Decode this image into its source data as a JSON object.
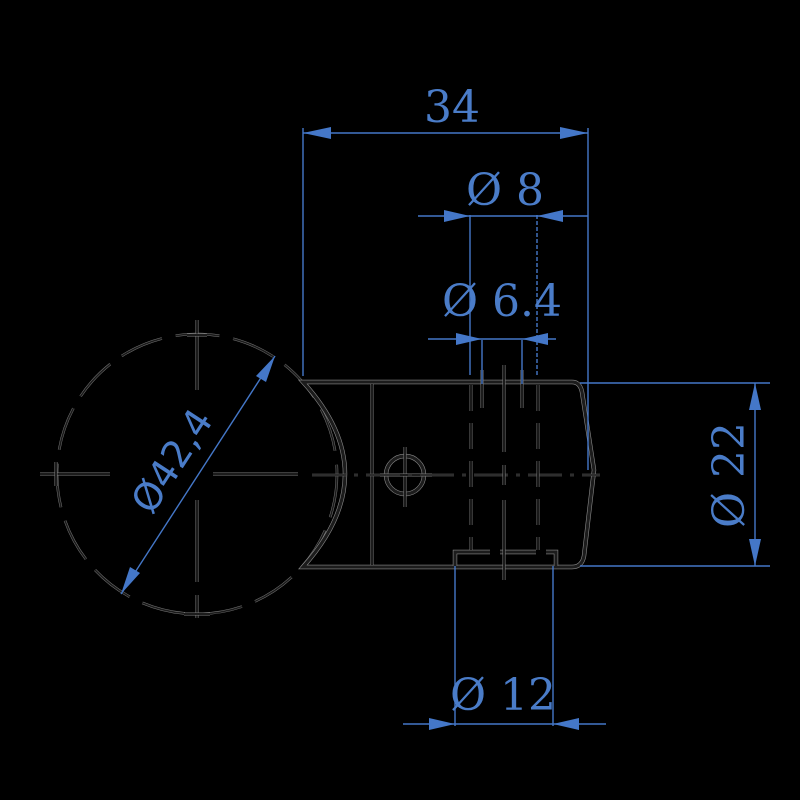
{
  "drawing": {
    "type": "technical-drawing",
    "background": "#000000",
    "line_color": "#1c1c1c",
    "dimension_color": "#4477c8",
    "dimensions": {
      "overall_length": "34",
      "bore_outer": "Ø 8",
      "bore_inner": "Ø 6.4",
      "body_diameter": "Ø 22",
      "counterbore": "Ø 12",
      "pipe_diameter": "Ø42,4"
    }
  }
}
